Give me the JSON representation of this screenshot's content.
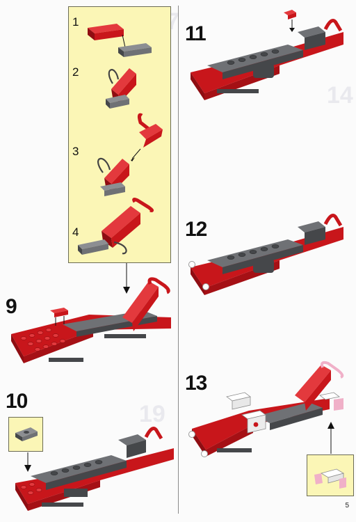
{
  "colors": {
    "brick_red": "#c8161b",
    "brick_red_dark": "#8f0d12",
    "plate_gray": "#6f7175",
    "plate_gray_dark": "#45474a",
    "light_gray": "#b9bcbf",
    "white": "#ffffff",
    "pink": "#f0b0c8",
    "callout_yellow": "#fbf6b6"
  },
  "subassembly": {
    "steps": [
      {
        "number": "1"
      },
      {
        "number": "2"
      },
      {
        "number": "3"
      },
      {
        "number": "4"
      }
    ]
  },
  "steps": [
    {
      "number": "9"
    },
    {
      "number": "10"
    },
    {
      "number": "11"
    },
    {
      "number": "12"
    },
    {
      "number": "13"
    }
  ],
  "page_number": "5"
}
